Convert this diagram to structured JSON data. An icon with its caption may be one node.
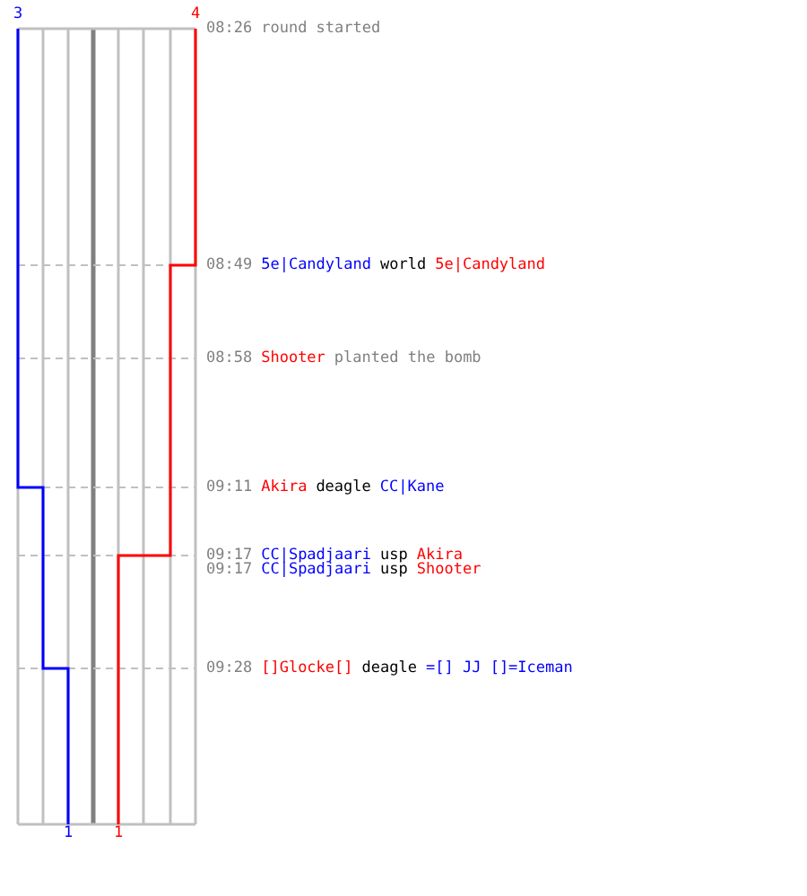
{
  "diagram": {
    "labels": [
      "3",
      "4",
      "08:26",
      "round started",
      "08:49",
      "5e|Candyland",
      "world",
      "5e|Candyland",
      "08:58",
      "Shooter",
      "planted the bomb",
      "09:11",
      "Akira",
      "deagle",
      "CC|Kane",
      "09:17",
      "CC|Spadjaari",
      "usp",
      "Akira",
      "09:17",
      "CC|Spadjaari",
      "usp",
      "Shooter",
      "09:28",
      "[]Glocke[]",
      "deagle",
      "=[] JJ []=Iceman",
      "1",
      "1"
    ]
  }
}
